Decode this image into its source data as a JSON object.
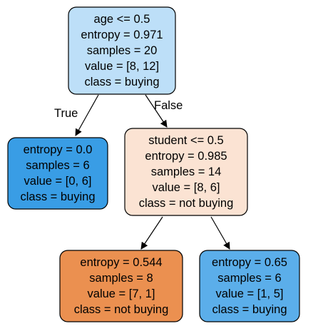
{
  "tree": {
    "edge_labels": {
      "true_label": "True",
      "false_label": "False"
    },
    "nodes": {
      "root": {
        "fill": "#bddff8",
        "lines": [
          "age <= 0.5",
          "entropy = 0.971",
          "samples = 20",
          "value = [8, 12]",
          "class = buying"
        ]
      },
      "left_leaf": {
        "fill": "#399de5",
        "lines": [
          "entropy = 0.0",
          "samples = 6",
          "value = [0, 6]",
          "class = buying"
        ]
      },
      "student_split": {
        "fill": "#fbe3d3",
        "lines": [
          "student <= 0.5",
          "entropy = 0.985",
          "samples = 14",
          "value = [8, 6]",
          "class = not buying"
        ]
      },
      "leaf_not_buying": {
        "fill": "#eb9050",
        "lines": [
          "entropy = 0.544",
          "samples = 8",
          "value = [7, 1]",
          "class = not buying"
        ]
      },
      "leaf_buying": {
        "fill": "#5baeea",
        "lines": [
          "entropy = 0.65",
          "samples = 6",
          "value = [1, 5]",
          "class = buying"
        ]
      }
    }
  }
}
